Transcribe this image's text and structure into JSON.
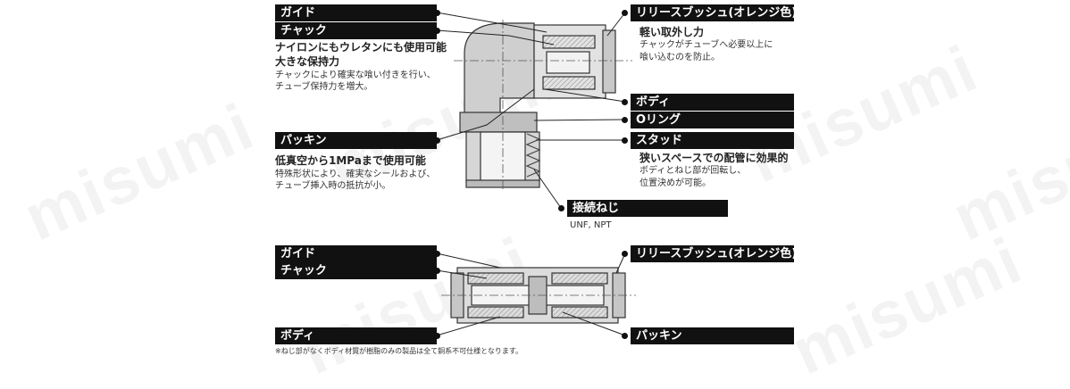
{
  "watermark": "misumi",
  "top_callouts": {
    "guide": "ガイド",
    "chuck": "チャック",
    "chuck_head": "ナイロンにもウレタンにも使用可能",
    "chuck_head2": "大きな保持力",
    "chuck_desc1": "チャックにより確実な喰い付きを行い、",
    "chuck_desc2": "チューブ保持力を増大。",
    "packing": "パッキン",
    "packing_head": "低真空から1MPaまで使用可能",
    "packing_desc1": "特殊形状により、確実なシールおよび、",
    "packing_desc2": "チューブ挿入時の抵抗が小。",
    "release": "リリースブッシュ(オレンジ色)",
    "release_head": "軽い取外し力",
    "release_desc1": "チャックがチューブへ必要以上に",
    "release_desc2": "喰い込むのを防止。",
    "body": "ボディ",
    "oring": "Oリング",
    "stud": "スタッド",
    "stud_head": "狭いスペースでの配管に効果的",
    "stud_desc1": "ボディとねじ部が回転し、",
    "stud_desc2": "位置決めが可能。",
    "thread": "接続ねじ",
    "thread_desc": "UNF, NPT"
  },
  "bottom_callouts": {
    "guide": "ガイド",
    "chuck": "チャック",
    "body": "ボディ",
    "release": "リリースブッシュ(オレンジ色)",
    "packing": "パッキン"
  },
  "footnote": "※ねじ部がなくボディ材質が樹脂のみの製品は全て銅系不可仕様となります。"
}
